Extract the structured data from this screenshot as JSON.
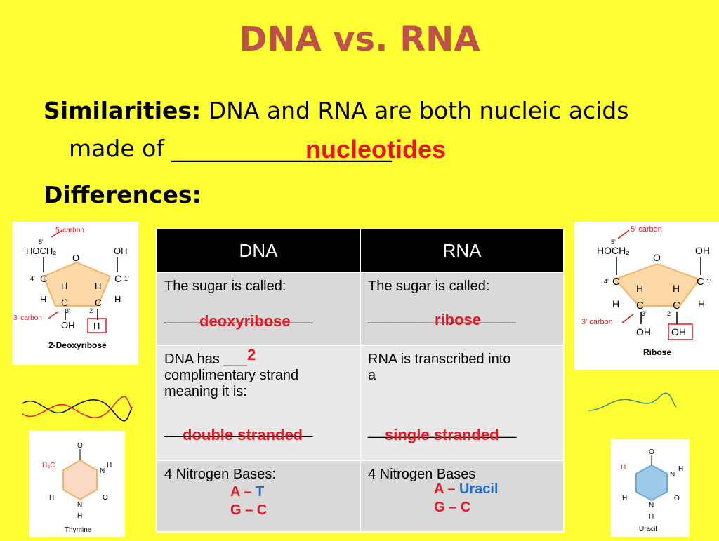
{
  "title": "DNA vs. RNA",
  "similarities": {
    "label": "Similarities:",
    "text1": "DNA and RNA are both nucleic acids",
    "text2": "made of ___________________",
    "answer": "nucleotides"
  },
  "differences_label": "Differences:",
  "table": {
    "headers": [
      "DNA",
      "RNA"
    ],
    "row1": {
      "dna_text": "The sugar is called:",
      "dna_blank": "___________________",
      "dna_answer": "deoxyribose",
      "rna_text": "The sugar is called:",
      "rna_blank": "___________________",
      "rna_answer": "ribose"
    },
    "row2": {
      "dna_text1": "DNA has ___",
      "dna_text2": "complimentary strand",
      "dna_text3": "meaning it is:",
      "dna_blank": "___________________",
      "dna_answer_count": "2",
      "dna_answer": "double stranded",
      "rna_text1": "RNA is transcribed into",
      "rna_text2": "a",
      "rna_blank": "___________________",
      "rna_answer": "single stranded"
    },
    "row3": {
      "dna_text": "4 Nitrogen Bases:",
      "dna_pair1_a": "A – ",
      "dna_pair1_b": "T",
      "dna_pair2": "G – C",
      "rna_text": "4 Nitrogen Bases",
      "rna_pair1_a": "A – ",
      "rna_pair1_b": "Uracil",
      "rna_pair2": "G – C"
    }
  },
  "deoxyribose_panel": {
    "carbon5": "5' carbon",
    "carbon3": "3' carbon",
    "label5": "5'",
    "hoch2": "HOCH₂",
    "o": "O",
    "oh": "OH",
    "c": "C",
    "h": "H",
    "l4": "4'",
    "l1": "1'",
    "l3": "3'",
    "l2": "2'",
    "name": "2-Deoxyribose"
  },
  "ribose_panel": {
    "carbon5": "5' carbon",
    "carbon3": "3' carbon",
    "label5": "5'",
    "hoch2": "HOCH₂",
    "o": "O",
    "oh": "OH",
    "c": "C",
    "h": "H",
    "l4": "4'",
    "l1": "1'",
    "l3": "3'",
    "l2": "2'",
    "name": "Ribose"
  },
  "thymine_panel": {
    "h3c": "H₃C",
    "o": "O",
    "n": "N",
    "h": "H",
    "name": "Thymine"
  },
  "uracil_panel": {
    "h": "H",
    "o": "O",
    "n": "N",
    "name": "Uracil"
  },
  "colors": {
    "background": "#ffff33",
    "title": "#c0504d",
    "answer_red": "#e8141e",
    "answer_blue": "#1f6fcf",
    "header_black": "#000000",
    "cell_gray": "#d9d9d9"
  }
}
